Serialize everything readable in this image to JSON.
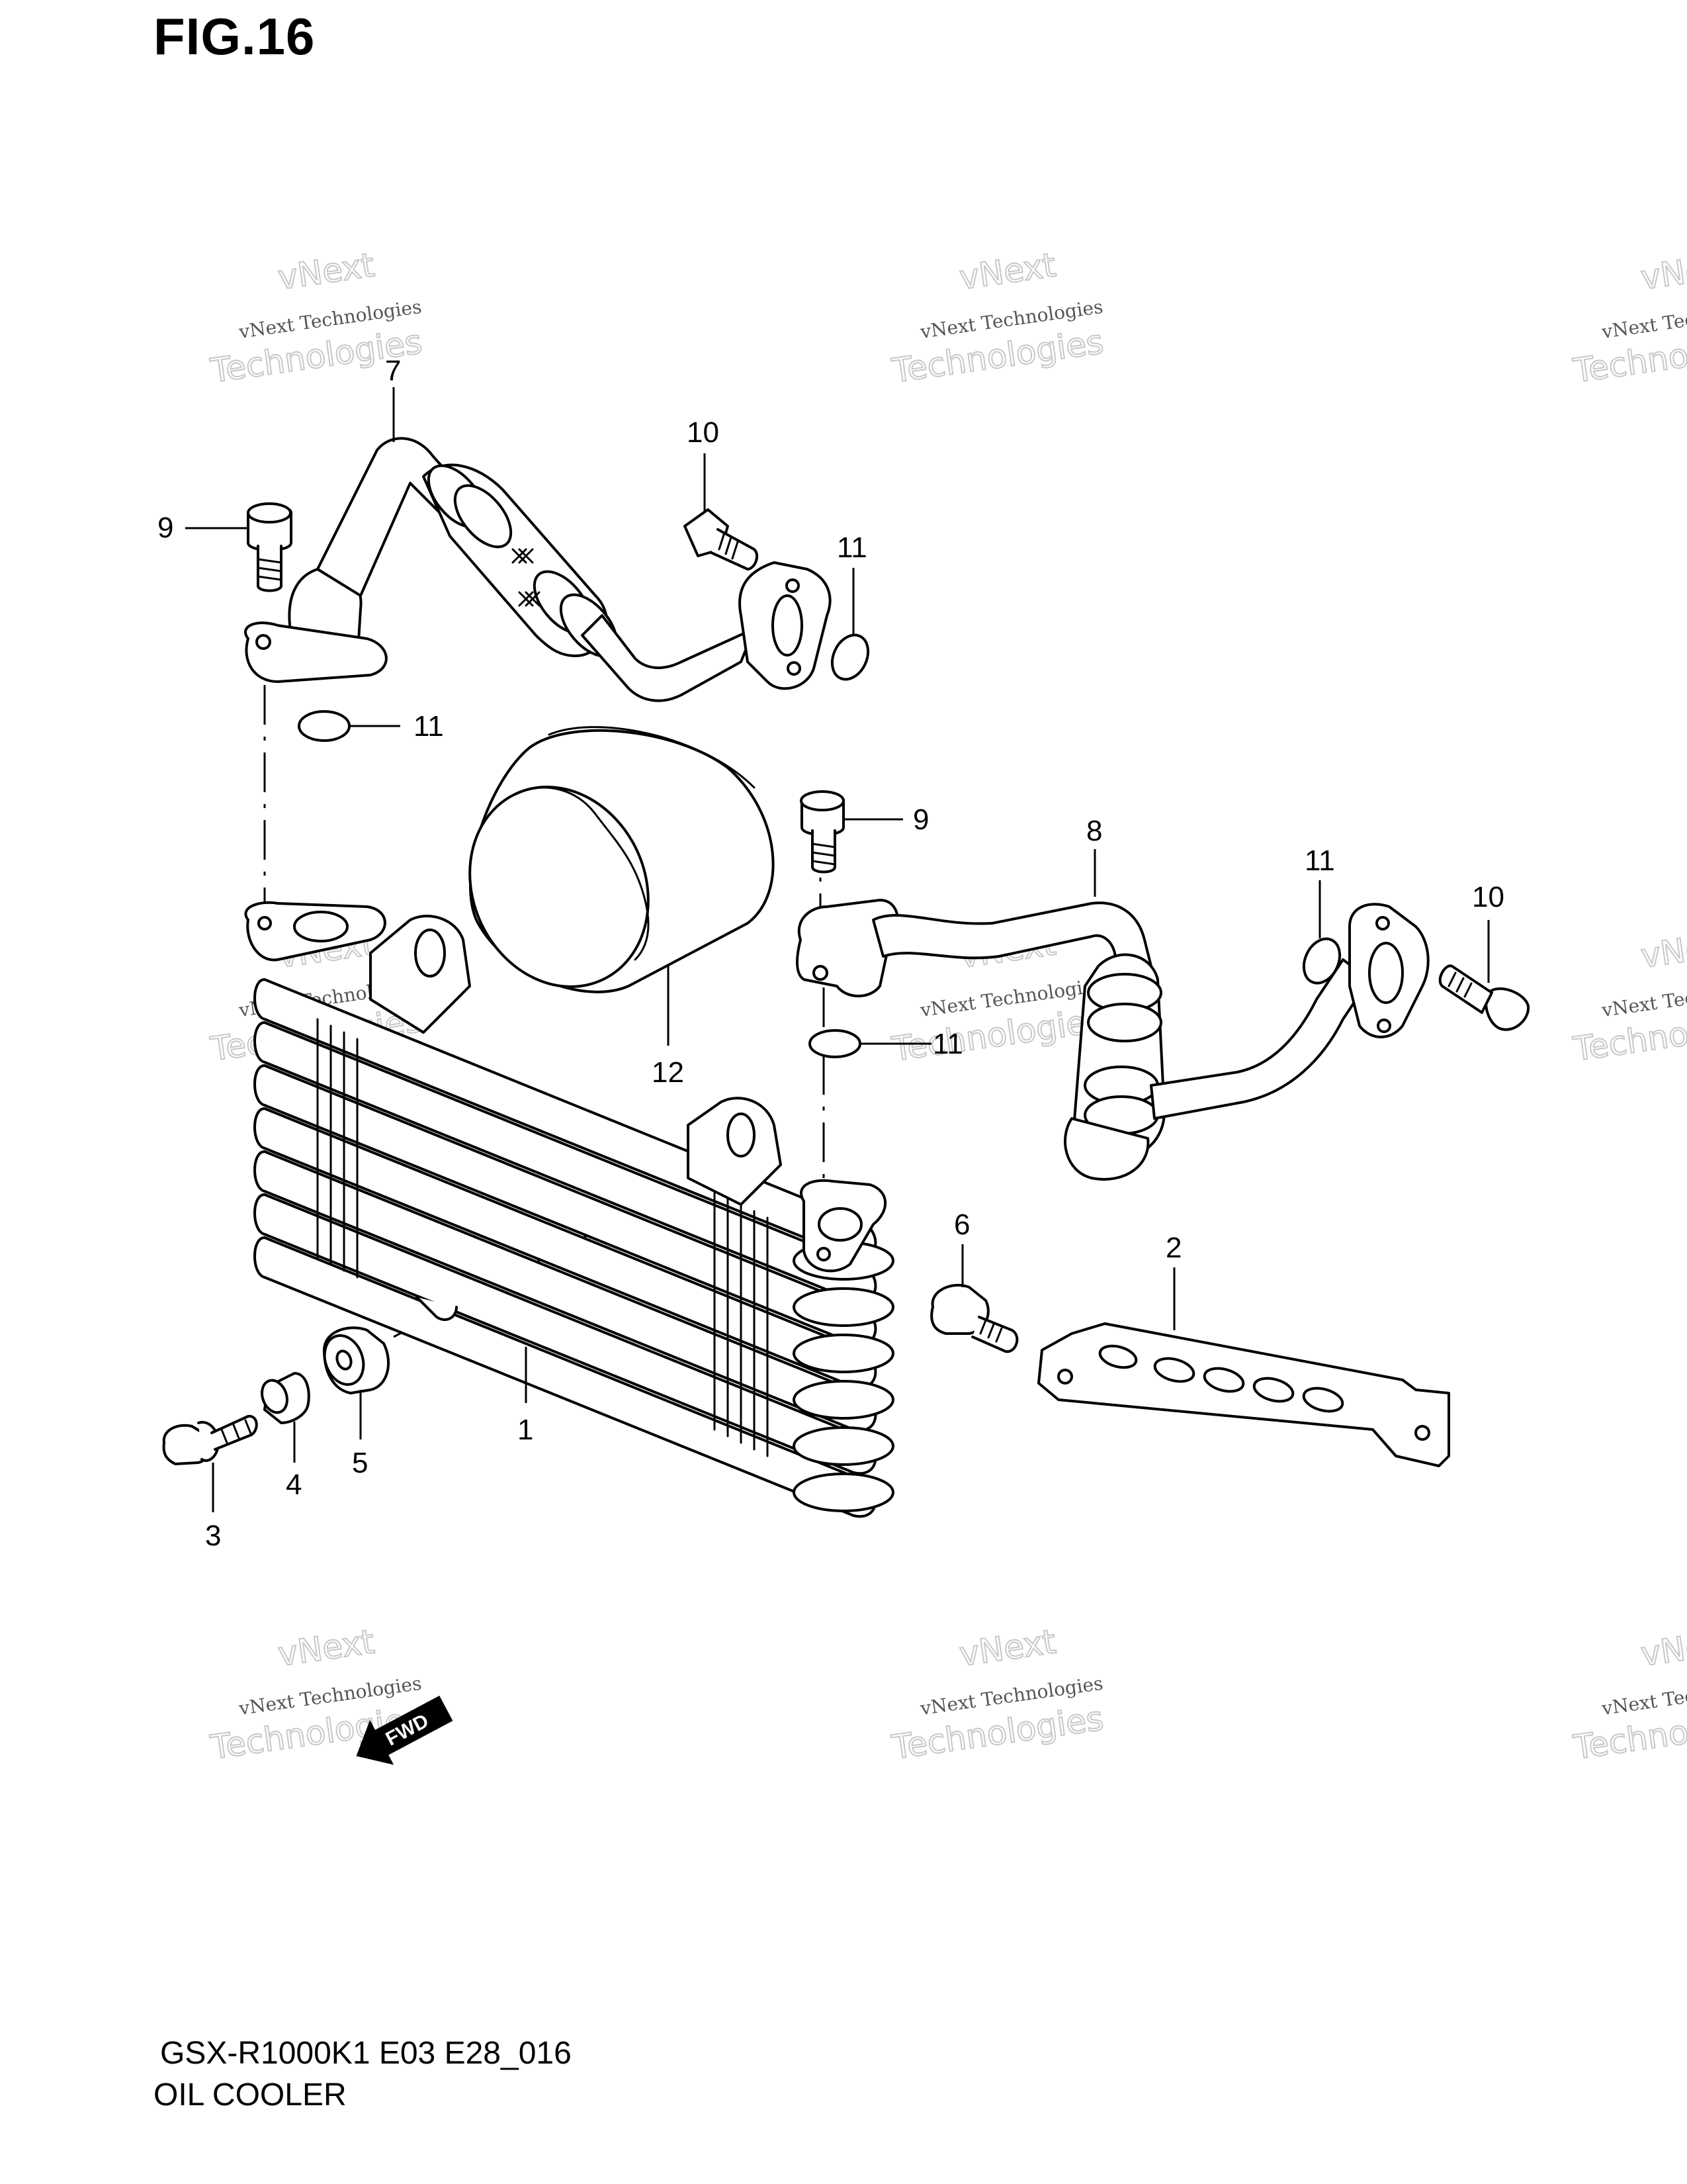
{
  "figure": {
    "title": "FIG.16",
    "model_code": "GSX-R1000K1 E03 E28_016",
    "section_name": "OIL COOLER"
  },
  "watermark": {
    "line1": "vNext Technologies",
    "line2a": "vNext",
    "line2b": "Technologies"
  },
  "callouts": {
    "c1": "1",
    "c2": "2",
    "c3": "3",
    "c4": "4",
    "c5": "5",
    "c6": "6",
    "c7": "7",
    "c8": "8",
    "c9a": "9",
    "c9b": "9",
    "c10a": "10",
    "c10b": "10",
    "c11a": "11",
    "c11b": "11",
    "c11c": "11",
    "c11d": "11",
    "c12": "12"
  },
  "direction_badge": "FWD"
}
